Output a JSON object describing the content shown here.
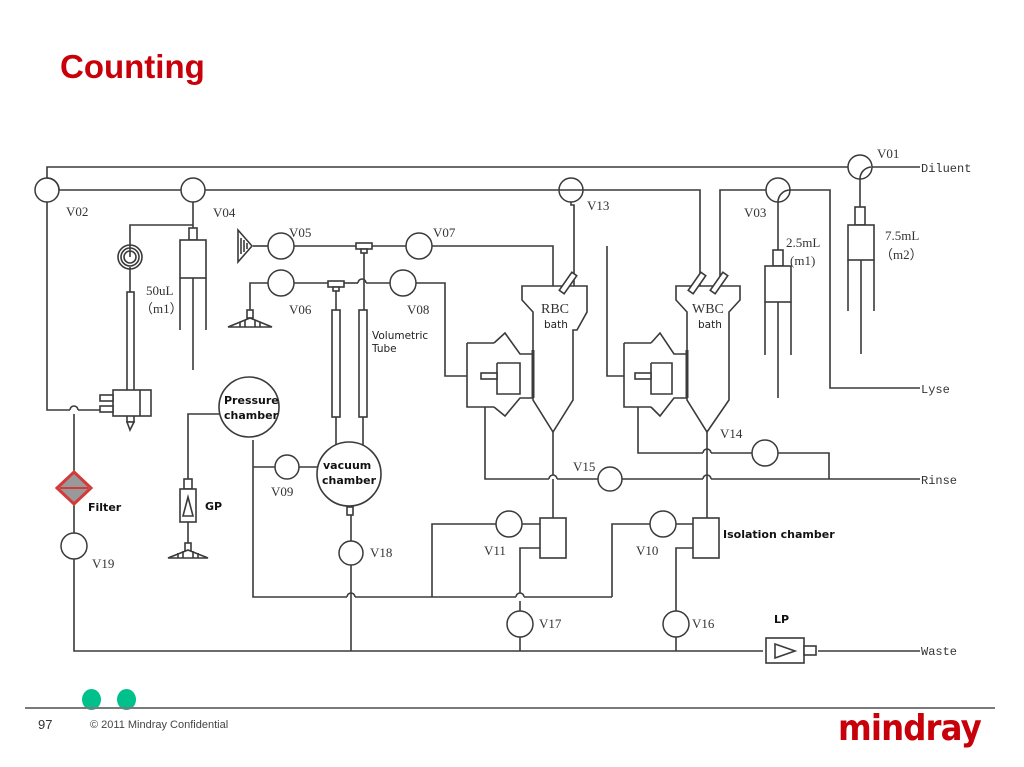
{
  "slide": {
    "title": "Counting",
    "page_number": "97",
    "copyright": "© 2011 Mindray Confidential",
    "logo": "mindray",
    "accent_color": "#c8000a",
    "dot_color": "#00c08b"
  },
  "diagram": {
    "valves": {
      "v01": "V01",
      "v02": "V02",
      "v03": "V03",
      "v04": "V04",
      "v05": "V05",
      "v06": "V06",
      "v07": "V07",
      "v08": "V08",
      "v09": "V09",
      "v10": "V10",
      "v11": "V11",
      "v13": "V13",
      "v14": "V14",
      "v15": "V15",
      "v16": "V16",
      "v17": "V17",
      "v18": "V18",
      "v19": "V19"
    },
    "ports": {
      "diluent": "Diluent",
      "lyse": "Lyse",
      "rinse": "Rinse",
      "waste": "Waste"
    },
    "syringes": {
      "s50_vol": "50uL",
      "s50_tag": "（m1）",
      "s25_vol": "2.5mL",
      "s25_tag": "(m1)",
      "s75_vol": "7.5mL",
      "s75_tag": "（m2）"
    },
    "components": {
      "rbc_line1": "RBC",
      "rbc_line2": "bath",
      "wbc_line1": "WBC",
      "wbc_line2": "bath",
      "vol_line1": "Volumetric",
      "vol_line2": "Tube",
      "pressure_line1": "Pressure",
      "pressure_line2": "chamber",
      "vacuum_line1": "vacuum",
      "vacuum_line2": "chamber",
      "filter": "Filter",
      "gp": "GP",
      "lp": "LP",
      "isolation": "Isolation chamber"
    }
  }
}
